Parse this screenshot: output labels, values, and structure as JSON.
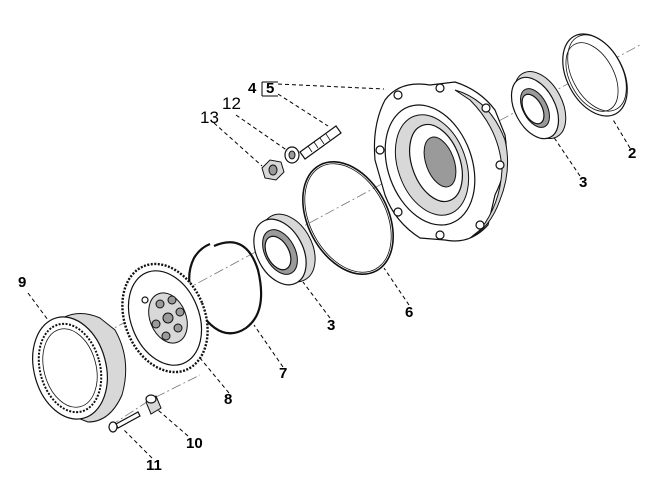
{
  "diagram": {
    "callouts": {
      "c2": "2",
      "c3a": "3",
      "c3b": "3",
      "c4": "4",
      "c5": "5",
      "c6": "6",
      "c7": "7",
      "c8": "8",
      "c9": "9",
      "c10": "10",
      "c11": "11",
      "c12": "12",
      "c13": "13"
    }
  }
}
